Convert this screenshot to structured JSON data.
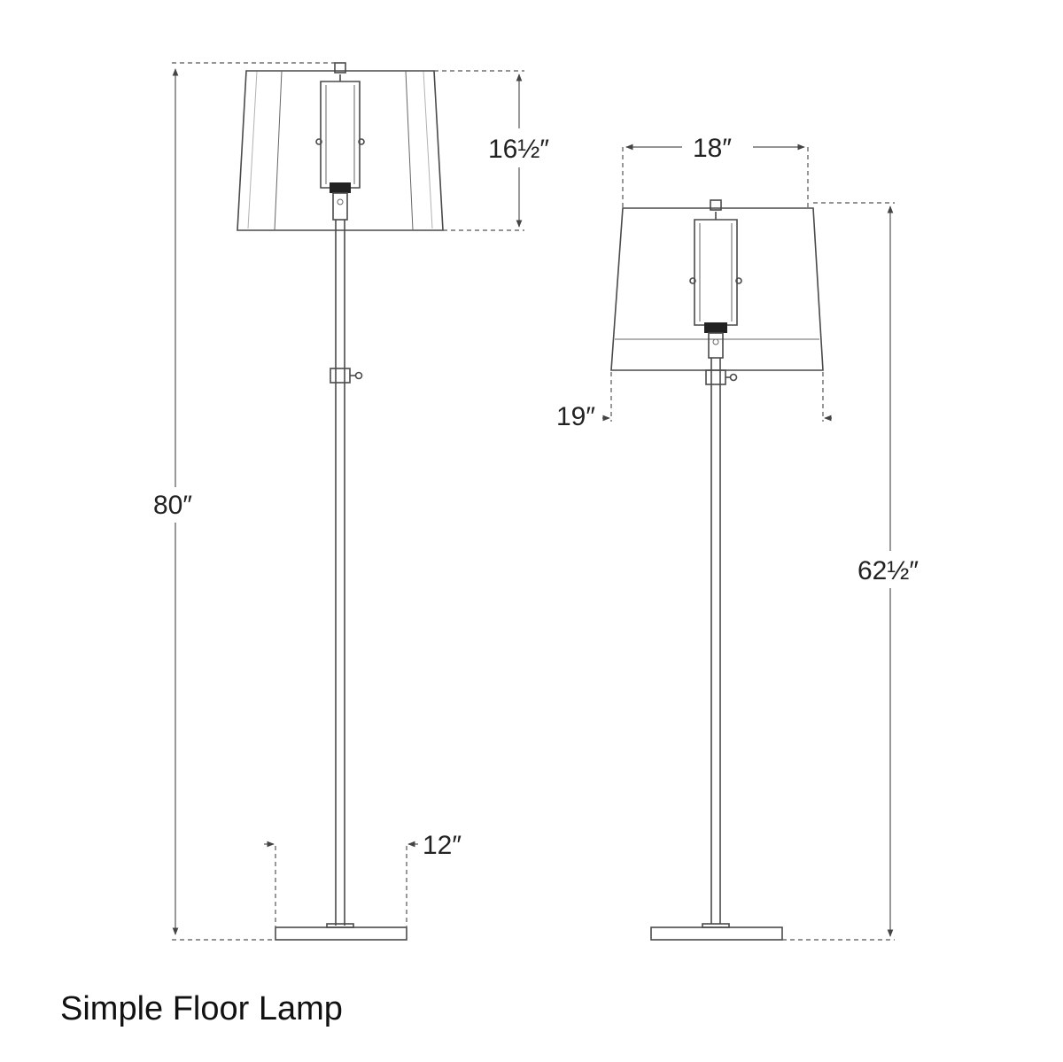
{
  "caption": "Simple Floor Lamp",
  "dimensions": {
    "overall_height": "80″",
    "shade_height": "16½″",
    "base_width": "12″",
    "shade_top_width": "18″",
    "shade_bottom_width": "19″",
    "height_to_shade": "62½″"
  },
  "views": [
    "front-elevation",
    "side-elevation"
  ]
}
